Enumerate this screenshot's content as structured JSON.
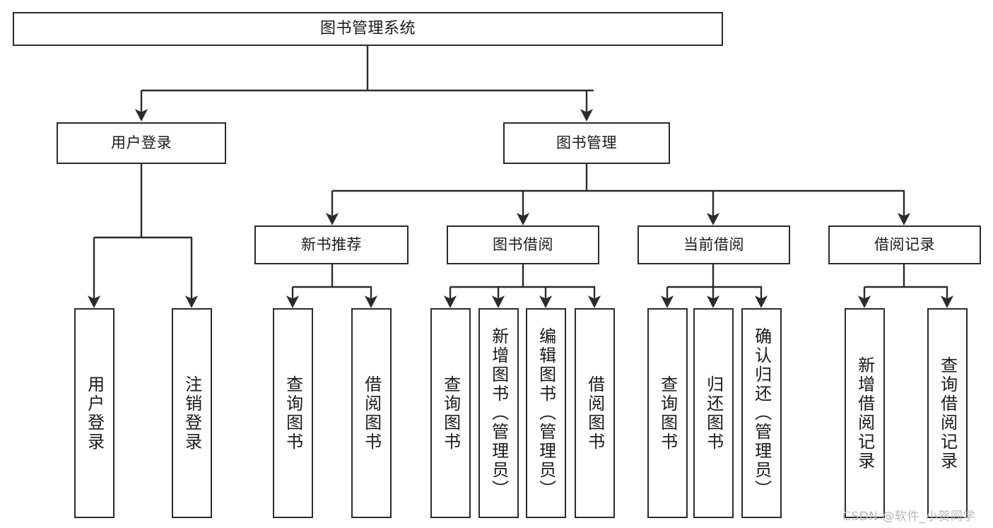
{
  "diagram": {
    "type": "tree",
    "title": "图书管理系统",
    "watermark": "CSDN @软件_小贺同学",
    "colors": {
      "stroke": "#2b2b2b",
      "fill": "#ffffff",
      "text": "#1a1a1a",
      "watermark": "#b9b9b9"
    },
    "nodes": {
      "root": {
        "label": "图书管理系统"
      },
      "level2": [
        {
          "id": "user-login",
          "label": "用户登录"
        },
        {
          "id": "book-manage",
          "label": "图书管理"
        }
      ],
      "level3": [
        {
          "id": "new-book-recommend",
          "label": "新书推荐"
        },
        {
          "id": "book-borrow",
          "label": "图书借阅"
        },
        {
          "id": "current-borrow",
          "label": "当前借阅"
        },
        {
          "id": "borrow-record",
          "label": "借阅记录"
        }
      ],
      "leaves": {
        "user_login": [
          {
            "id": "leaf-user-login",
            "label": "用户登录"
          },
          {
            "id": "leaf-logout-login",
            "label": "注销登录"
          }
        ],
        "new_book_recommend": [
          {
            "id": "leaf-query-book-1",
            "label": "查询图书"
          },
          {
            "id": "leaf-borrow-book-1",
            "label": "借阅图书"
          }
        ],
        "book_borrow": [
          {
            "id": "leaf-query-book-2",
            "label": "查询图书"
          },
          {
            "id": "leaf-add-book",
            "label": "新增图书（管理员）"
          },
          {
            "id": "leaf-edit-book",
            "label": "编辑图书（管理员）"
          },
          {
            "id": "leaf-borrow-book-2",
            "label": "借阅图书"
          }
        ],
        "current_borrow": [
          {
            "id": "leaf-query-book-3",
            "label": "查询图书"
          },
          {
            "id": "leaf-return-book",
            "label": "归还图书"
          },
          {
            "id": "leaf-confirm-return",
            "label": "确认归还（管理员）"
          }
        ],
        "borrow_record": [
          {
            "id": "leaf-add-record",
            "label": "新增借阅记录"
          },
          {
            "id": "leaf-query-record",
            "label": "查询借阅记录"
          }
        ]
      }
    }
  }
}
